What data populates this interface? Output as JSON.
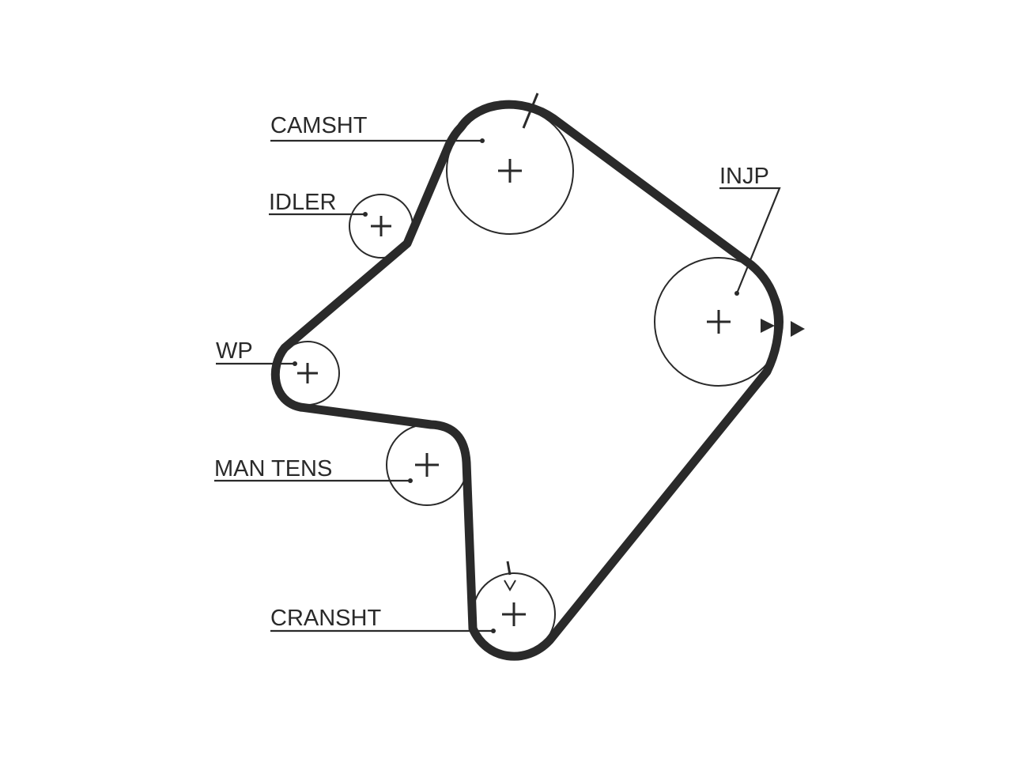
{
  "diagram": {
    "pulleys": [
      {
        "id": "camsht",
        "label": "CAMSHT"
      },
      {
        "id": "idler",
        "label": "IDLER"
      },
      {
        "id": "wp",
        "label": "WP"
      },
      {
        "id": "man_tens",
        "label": "MAN TENS"
      },
      {
        "id": "cransht",
        "label": "CRANSHT"
      },
      {
        "id": "injp",
        "label": "INJP"
      }
    ],
    "colors": {
      "line": "#2a2a2a",
      "background": "#ffffff"
    }
  }
}
